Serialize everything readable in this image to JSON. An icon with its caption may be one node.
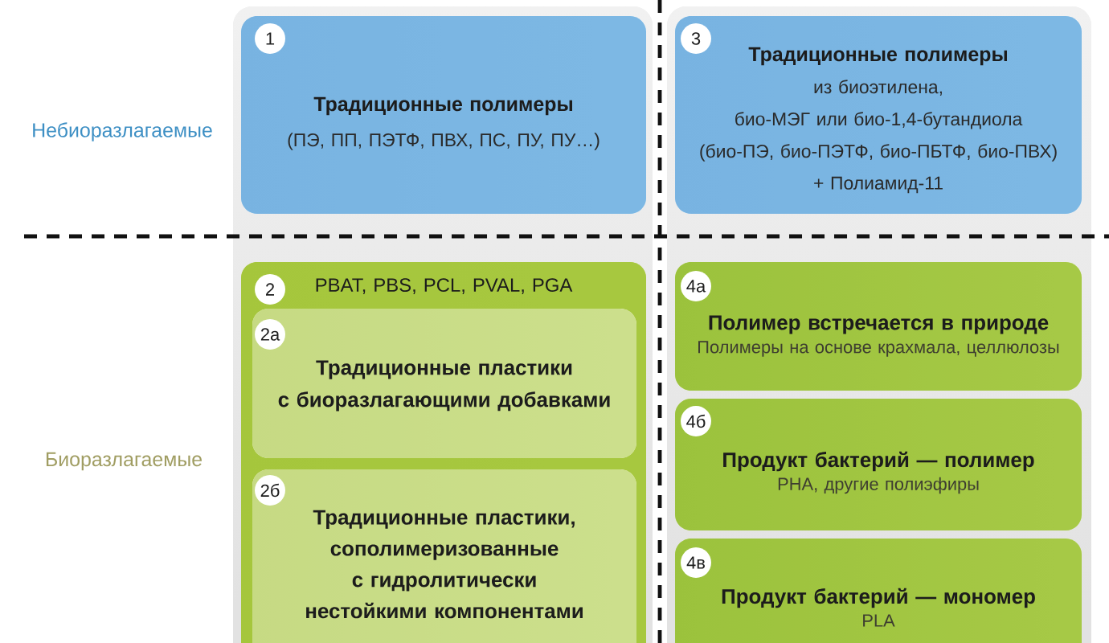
{
  "diagram": {
    "nodes": [
      {
        "text": [
          "Традиционные полимеры",
          "(ПЭ, ПП, ПЭТФ, ПВХ, ПС, ПУ, ПУ…)"
        ]
      },
      {
        "text": [
          "1"
        ],
        "in": 0
      },
      {
        "text": [
          "Традиционные полимеры",
          "из биоэтилена, био-МЭГ или био-1,4-бутандиола",
          "(био-ПЭ, био-ПЭТФ, био-ПБТФ, био-ПВХ)",
          "+ Полиамид-11"
        ]
      },
      {
        "text": [
          "3"
        ],
        "in": 2
      },
      {
        "text": [
          "PBAT, PBS, PCL, PVAL, PGA"
        ]
      },
      {
        "text": [
          "2"
        ],
        "in": 4
      },
      {
        "text": [
          "Традиционные пластики с биоразлагающими добавками"
        ],
        "in": 4
      },
      {
        "text": [
          "2а"
        ],
        "in": 6
      },
      {
        "text": [
          "Традиционные пластики, сополимеризованные с гидролитически нестойкими компонентами"
        ],
        "in": 4
      },
      {
        "text": [
          "2б"
        ],
        "in": 8
      },
      {
        "text": [
          "Полимер встречается в природе",
          "Полимеры на основе крахмала, целлюлозы"
        ]
      },
      {
        "text": [
          "4а"
        ],
        "in": 10
      },
      {
        "text": [
          "Продукт бактерий — полимер",
          "PHA, другие полиэфиры"
        ]
      },
      {
        "text": [
          "4б"
        ],
        "in": 12
      },
      {
        "text": [
          "Продукт бактерий — мономер",
          "PLA"
        ]
      },
      {
        "text": [
          "4в"
        ],
        "in": 14
      }
    ],
    "labels": [
      "Небиоразлагаемые",
      "Биоразлагаемые"
    ]
  }
}
